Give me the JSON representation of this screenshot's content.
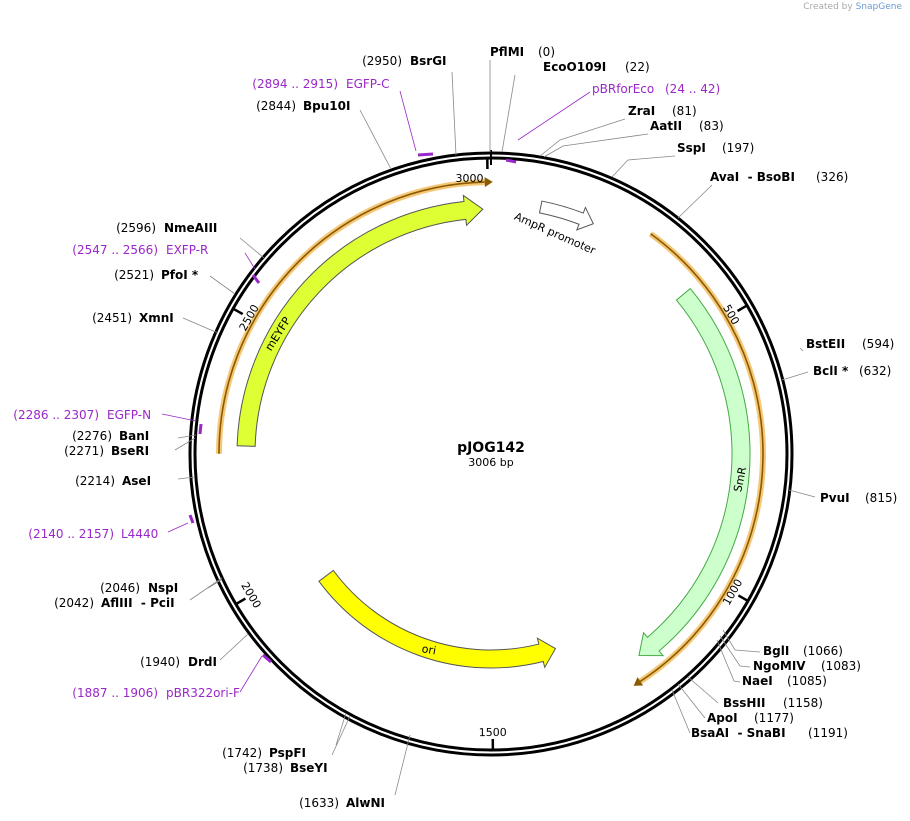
{
  "credit": {
    "prefix": "Created by",
    "brand": "SnapGene"
  },
  "plasmid": {
    "name": "pJOG142",
    "length_label": "3006 bp",
    "length": 3006
  },
  "ticks": [
    {
      "label": "3000",
      "pos": 3000
    },
    {
      "label": "500",
      "pos": 500
    },
    {
      "label": "1000",
      "pos": 1000
    },
    {
      "label": "1500",
      "pos": 1500
    },
    {
      "label": "2000",
      "pos": 2000
    },
    {
      "label": "2500",
      "pos": 2500
    }
  ],
  "features": [
    {
      "name": "AmpR promoter",
      "label": "AmpR promoter",
      "start": 95,
      "end": 200,
      "color": "#ffffff"
    },
    {
      "name": "SmR",
      "label": "SmR",
      "start": 420,
      "end": 1200,
      "color": "#ccffcc"
    },
    {
      "name": "ori",
      "label": "ori",
      "start": 1350,
      "end": 1950,
      "color": "#ffff00"
    },
    {
      "name": "mEYFP",
      "label": "mEYFP",
      "start": 2270,
      "end": 2990,
      "color": "#ddff33"
    }
  ],
  "orange_arc": [
    {
      "start": 300,
      "end": 1225
    },
    {
      "start": 2255,
      "end": 2995
    }
  ],
  "sites": [
    {
      "name": "PflMI",
      "pos_label": "(0)"
    },
    {
      "name": "EcoO109I",
      "pos_label": "(22)"
    },
    {
      "name": "ZraI",
      "pos_label": "(81)"
    },
    {
      "name": "AatII",
      "pos_label": "(83)"
    },
    {
      "name": "SspI",
      "pos_label": "(197)"
    },
    {
      "name": "AvaI  - BsoBI",
      "pos_label": "(326)"
    },
    {
      "name": "BstEII",
      "pos_label": "(594)"
    },
    {
      "name": "BclI *",
      "pos_label": "(632)"
    },
    {
      "name": "PvuI",
      "pos_label": "(815)"
    },
    {
      "name": "BglI",
      "pos_label": "(1066)"
    },
    {
      "name": "NgoMIV",
      "pos_label": "(1083)"
    },
    {
      "name": "NaeI",
      "pos_label": "(1085)"
    },
    {
      "name": "BssHII",
      "pos_label": "(1158)"
    },
    {
      "name": "ApoI",
      "pos_label": "(1177)"
    },
    {
      "name": "BsaAI  - SnaBI",
      "pos_label": "(1191)"
    },
    {
      "name": "AlwNI",
      "pos_label": "(1633)"
    },
    {
      "name": "BseYI",
      "pos_label": "(1738)"
    },
    {
      "name": "PspFI",
      "pos_label": "(1742)"
    },
    {
      "name": "DrdI",
      "pos_label": "(1940)"
    },
    {
      "name": "AflIII  - PciI",
      "pos_label": "(2042)"
    },
    {
      "name": "NspI",
      "pos_label": "(2046)"
    },
    {
      "name": "AseI",
      "pos_label": "(2214)"
    },
    {
      "name": "BseRI",
      "pos_label": "(2271)"
    },
    {
      "name": "BanI",
      "pos_label": "(2276)"
    },
    {
      "name": "XmnI",
      "pos_label": "(2451)"
    },
    {
      "name": "PfoI *",
      "pos_label": "(2521)"
    },
    {
      "name": "NmeAIII",
      "pos_label": "(2596)"
    },
    {
      "name": "Bpu10I",
      "pos_label": "(2844)"
    },
    {
      "name": "BsrGI",
      "pos_label": "(2950)"
    }
  ],
  "primers": [
    {
      "name": "pBRforEco",
      "range": "(24 .. 42)"
    },
    {
      "name": "L4440",
      "range": "(2140 .. 2157)"
    },
    {
      "name": "EGFP-N",
      "range": "(2286 .. 2307)"
    },
    {
      "name": "EXFP-R",
      "range": "(2547 .. 2566)"
    },
    {
      "name": "EGFP-C",
      "range": "(2894 .. 2915)"
    },
    {
      "name": "pBR322ori-F",
      "range": "(1887 .. 1906)"
    }
  ]
}
